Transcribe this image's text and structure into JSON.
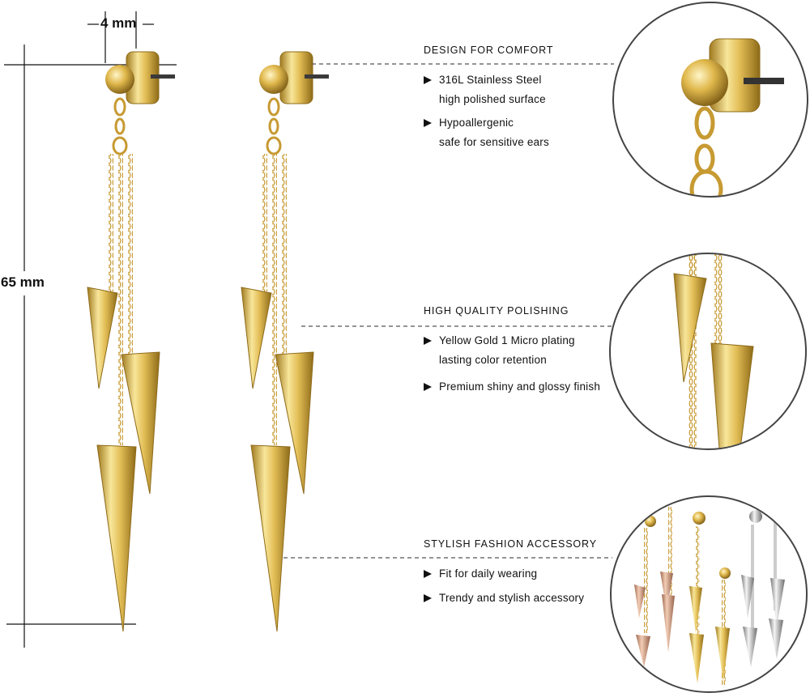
{
  "dimensions": {
    "width_label": "4 mm",
    "height_label": "65 mm"
  },
  "features": [
    {
      "title": "DESIGN FOR COMFORT",
      "bullets": [
        {
          "line1": "316L Stainless Steel",
          "line2": "high polished surface"
        },
        {
          "line1": "Hypoallergenic",
          "line2": "safe for sensitive ears"
        }
      ]
    },
    {
      "title": "HIGH QUALITY POLISHING",
      "bullets": [
        {
          "line1": "Yellow Gold 1 Micro plating",
          "line2": "lasting color retention"
        },
        {
          "line1": "Premium shiny and glossy finish",
          "line2": ""
        }
      ]
    },
    {
      "title": "STYLISH FASHION ACCESSORY",
      "bullets": [
        {
          "line1": "Fit for daily wearing",
          "line2": ""
        },
        {
          "line1": "Trendy and stylish accessory",
          "line2": ""
        }
      ]
    }
  ],
  "colors": {
    "gold_light": "#f6e08a",
    "gold_mid": "#d9b44a",
    "gold_dark": "#9c7a22",
    "rose_gold": "#d8a88a",
    "silver": "#c8c8c8",
    "line": "#555555"
  }
}
